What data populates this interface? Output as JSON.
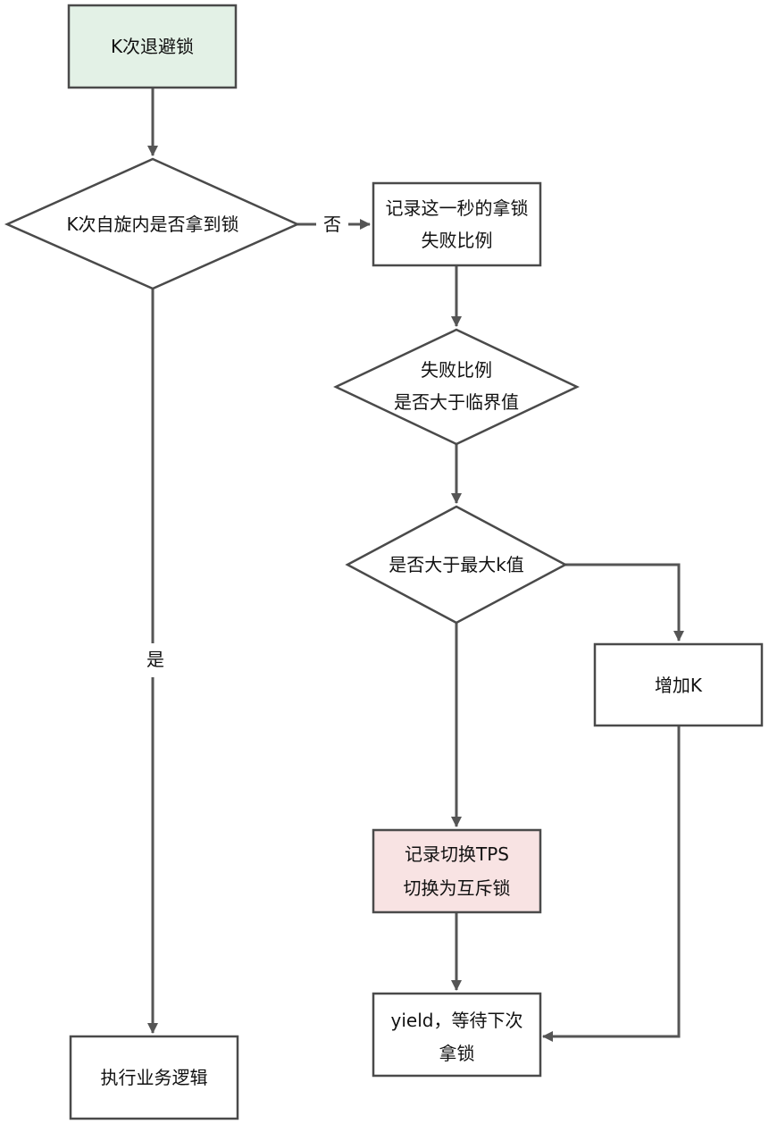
{
  "nodes": {
    "start": "K次退避锁",
    "spin_check": "K次自旋内是否拿到锁",
    "record_fail": [
      "记录这一秒的拿锁",
      "失败比例"
    ],
    "ratio_check": [
      "失败比例",
      "是否大于临界值"
    ],
    "max_k_check": "是否大于最大k值",
    "increase_k": "增加K",
    "switch_mutex": [
      "记录切换TPS",
      "切换为互斥锁"
    ],
    "yield": [
      "yield，等待下次",
      "拿锁"
    ],
    "business": "执行业务逻辑"
  },
  "edges": {
    "no": "否",
    "yes": "是"
  },
  "colors": {
    "start_fill": "#e3f1e6",
    "switch_fill": "#f8e3e3",
    "stroke": "#4a4a4a"
  }
}
